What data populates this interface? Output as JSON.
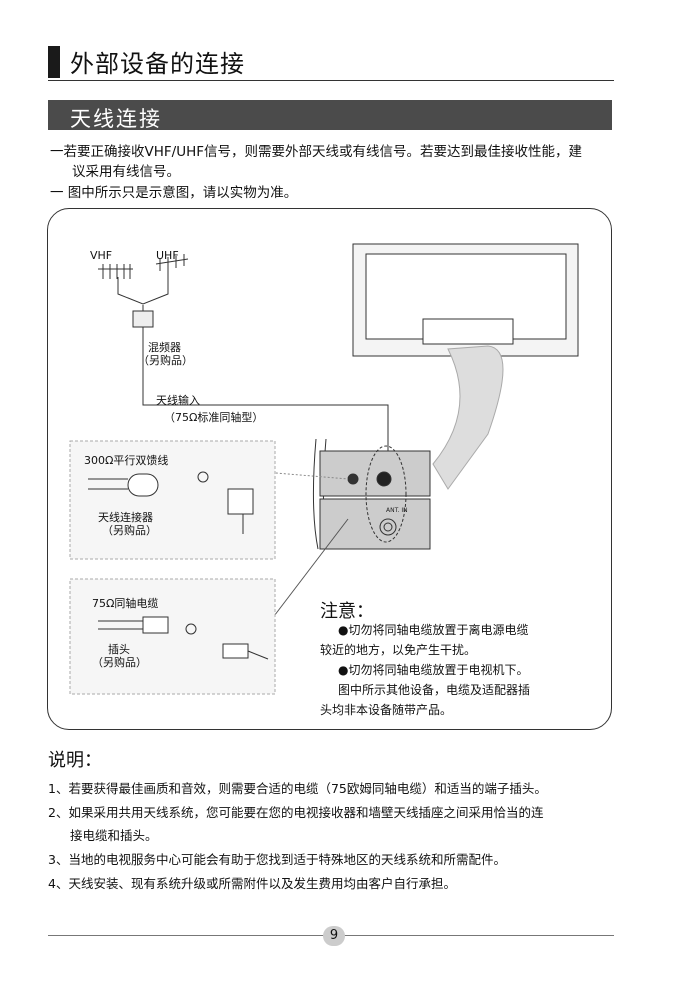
{
  "header": {
    "title": "外部设备的连接"
  },
  "section": {
    "title": "天线连接"
  },
  "intro": [
    "一若要正确接收VHF/UHF信号，则需要外部天线或有线信号。若要达到最佳接收性能，建",
    "议采用有线信号。",
    "一 图中所示只是示意图，请以实物为准。"
  ],
  "diagram": {
    "vhf": "VHF",
    "uhf": "UHF",
    "mixer": "混频器",
    "mixer_note": "（另购品）",
    "antenna_input": "天线输入",
    "antenna_input_note": "（75Ω标准同轴型）",
    "twin_lead": "300Ω平行双馈线",
    "adapter": "天线连接器",
    "adapter_note": "（另购品）",
    "coax": "75Ω同轴电缆",
    "plug": "插头",
    "plug_note": "（另购品）",
    "ant_in": "ANT. IN",
    "caution_title": "注意：",
    "caution": [
      "●切勿将同轴电缆放置于离电源电缆",
      "较近的地方，以免产生干扰。",
      "●切勿将同轴电缆放置于电视机下。",
      "图中所示其他设备，电缆及适配器插",
      "头均非本设备随带产品。"
    ]
  },
  "notes": {
    "title": "说明：",
    "items": [
      "1、若要获得最佳画质和音效，则需要合适的电缆（75欧姆同轴电缆）和适当的端子插头。",
      "2、如果采用共用天线系统，您可能要在您的电视接收器和墙壁天线插座之间采用恰当的连",
      "接电缆和插头。",
      "3、当地的电视服务中心可能会有助于您找到适于特殊地区的天线系统和所需配件。",
      "4、天线安装、现有系统升级或所需附件以及发生费用均由客户自行承担。"
    ]
  },
  "footer": {
    "page": "9"
  }
}
